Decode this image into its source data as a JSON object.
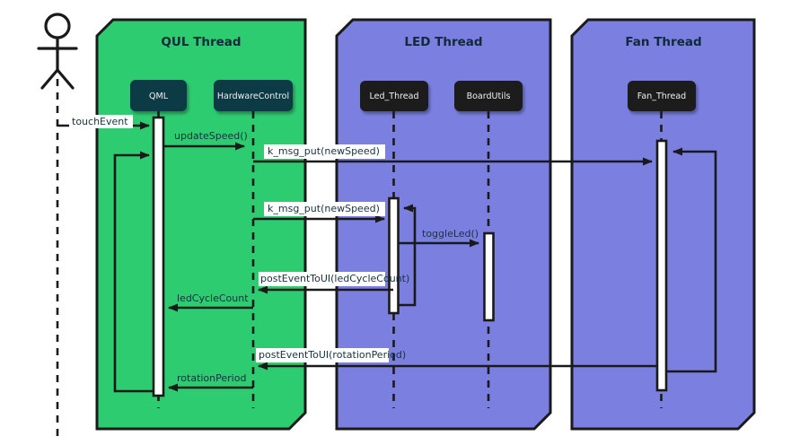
{
  "diagram": {
    "type": "uml-sequence-diagram",
    "title": "",
    "colors": {
      "qul_panel": "#2ecc71",
      "led_panel": "#7b7fe0",
      "fan_panel": "#7b7fe0",
      "panel_border": "#1a1a1a",
      "object_dark": "#1a1a1a",
      "object_teal": "#0d3b44",
      "label_text": "#16333f",
      "activation_fill": "#ffffff",
      "background": "#ffffff"
    },
    "actor": {
      "name": "actor",
      "label": ""
    },
    "panels": [
      {
        "id": "qul",
        "title": "QUL Thread",
        "color": "#2ecc71"
      },
      {
        "id": "led",
        "title": "LED Thread",
        "color": "#7b7fe0"
      },
      {
        "id": "fan",
        "title": "Fan Thread",
        "color": "#7b7fe0"
      }
    ],
    "participants": [
      {
        "id": "qml",
        "label": "QML",
        "panel": "qul",
        "box_color": "#0d3b44"
      },
      {
        "id": "hardwarecontrol",
        "label": "HardwareControl",
        "panel": "qul",
        "box_color": "#0d3b44"
      },
      {
        "id": "led_thread",
        "label": "Led_Thread",
        "panel": "led",
        "box_color": "#1a1a1a"
      },
      {
        "id": "boardutils",
        "label": "BoardUtils",
        "panel": "led",
        "box_color": "#1a1a1a"
      },
      {
        "id": "fan_thread",
        "label": "Fan_Thread",
        "panel": "fan",
        "box_color": "#1a1a1a"
      }
    ],
    "messages": [
      {
        "seq": 1,
        "label": "touchEvent",
        "from": "actor",
        "to": "qml",
        "direction": "right",
        "boxed": true
      },
      {
        "seq": 2,
        "label": "updateSpeed()",
        "from": "qml",
        "to": "hardwarecontrol",
        "direction": "right",
        "boxed": false
      },
      {
        "seq": 3,
        "label": "k_msg_put(newSpeed)",
        "from": "hardwarecontrol",
        "to": "fan_thread",
        "direction": "right",
        "boxed": true
      },
      {
        "seq": 4,
        "label": "k_msg_put(newSpeed)",
        "from": "hardwarecontrol",
        "to": "led_thread",
        "direction": "right",
        "boxed": true
      },
      {
        "seq": 5,
        "label": "toggleLed()",
        "from": "led_thread",
        "to": "boardutils",
        "direction": "right",
        "boxed": false
      },
      {
        "seq": 6,
        "label": "postEventToUI(ledCycleCount)",
        "from": "led_thread",
        "to": "hardwarecontrol",
        "direction": "left",
        "boxed": true
      },
      {
        "seq": 7,
        "label": "ledCycleCount",
        "from": "hardwarecontrol",
        "to": "qml",
        "direction": "left",
        "boxed": false
      },
      {
        "seq": 8,
        "label": "postEventToUI(rotationPeriod)",
        "from": "fan_thread",
        "to": "hardwarecontrol",
        "direction": "left",
        "boxed": true
      },
      {
        "seq": 9,
        "label": "rotationPeriod",
        "from": "hardwarecontrol",
        "to": "qml",
        "direction": "left",
        "boxed": false
      }
    ],
    "self_loops": [
      {
        "on": "qml",
        "label": ""
      },
      {
        "on": "led_thread",
        "label": ""
      },
      {
        "on": "fan_thread",
        "label": ""
      }
    ]
  }
}
